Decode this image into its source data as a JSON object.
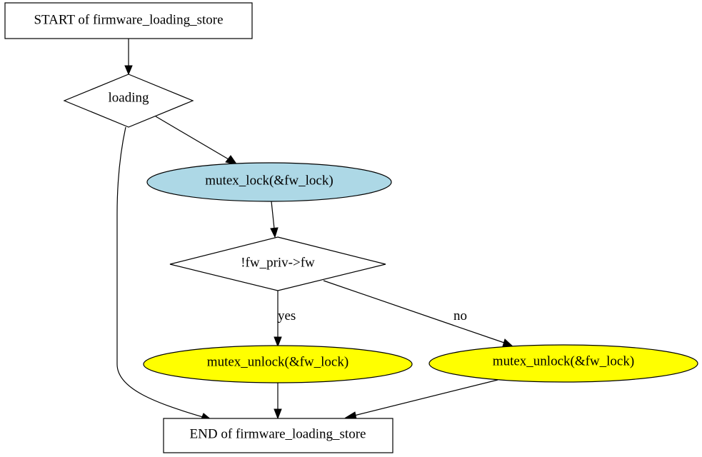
{
  "colors": {
    "box_fill": "#ffffff",
    "lock_fill": "#add8e6",
    "unlock_fill": "#ffff00",
    "stroke": "#000000"
  },
  "nodes": {
    "start": {
      "label": "START of firmware_loading_store"
    },
    "loading": {
      "label": "loading"
    },
    "lock": {
      "label": "mutex_lock(&fw_lock)"
    },
    "check": {
      "label": "!fw_priv->fw"
    },
    "unlock_yes": {
      "label": "mutex_unlock(&fw_lock)"
    },
    "unlock_no": {
      "label": "mutex_unlock(&fw_lock)"
    },
    "end": {
      "label": "END of firmware_loading_store"
    }
  },
  "edges": {
    "yes_label": "yes",
    "no_label": "no"
  }
}
